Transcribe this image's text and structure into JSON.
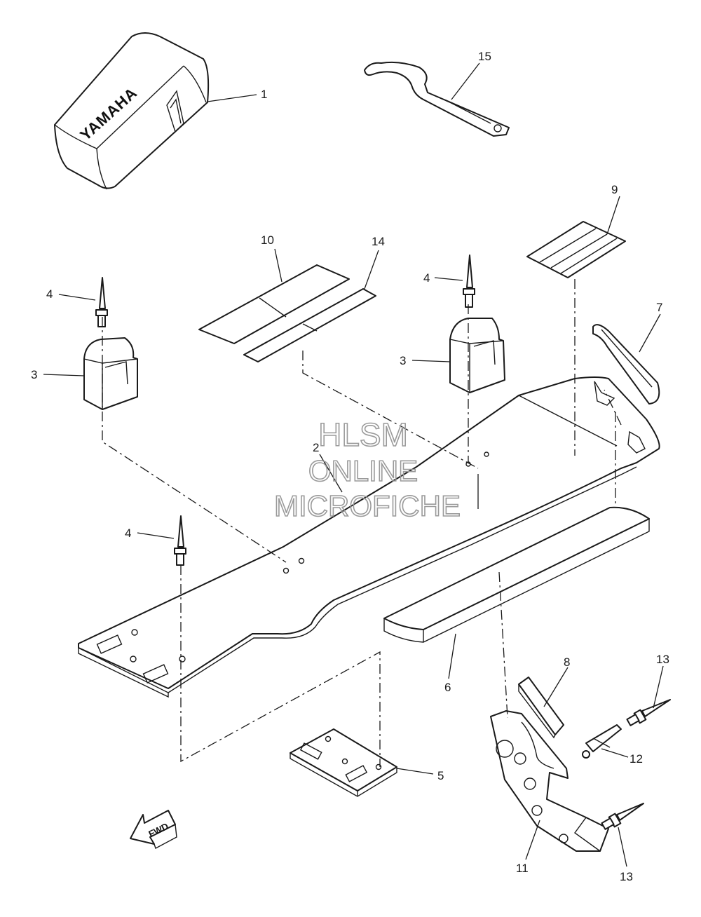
{
  "cover_logo": "YAMAHA",
  "fwd_label": "FWD",
  "watermark": {
    "line1": "HLSM",
    "line2": "ONLINE",
    "line3": "MICROFICHE"
  },
  "callouts": {
    "c1": "1",
    "c2": "2",
    "c3a": "3",
    "c3b": "3",
    "c4a": "4",
    "c4b": "4",
    "c4c": "4",
    "c5": "5",
    "c6": "6",
    "c7": "7",
    "c8": "8",
    "c9": "9",
    "c10": "10",
    "c11": "11",
    "c12": "12",
    "c13a": "13",
    "c13b": "13",
    "c14": "14",
    "c15": "15"
  }
}
